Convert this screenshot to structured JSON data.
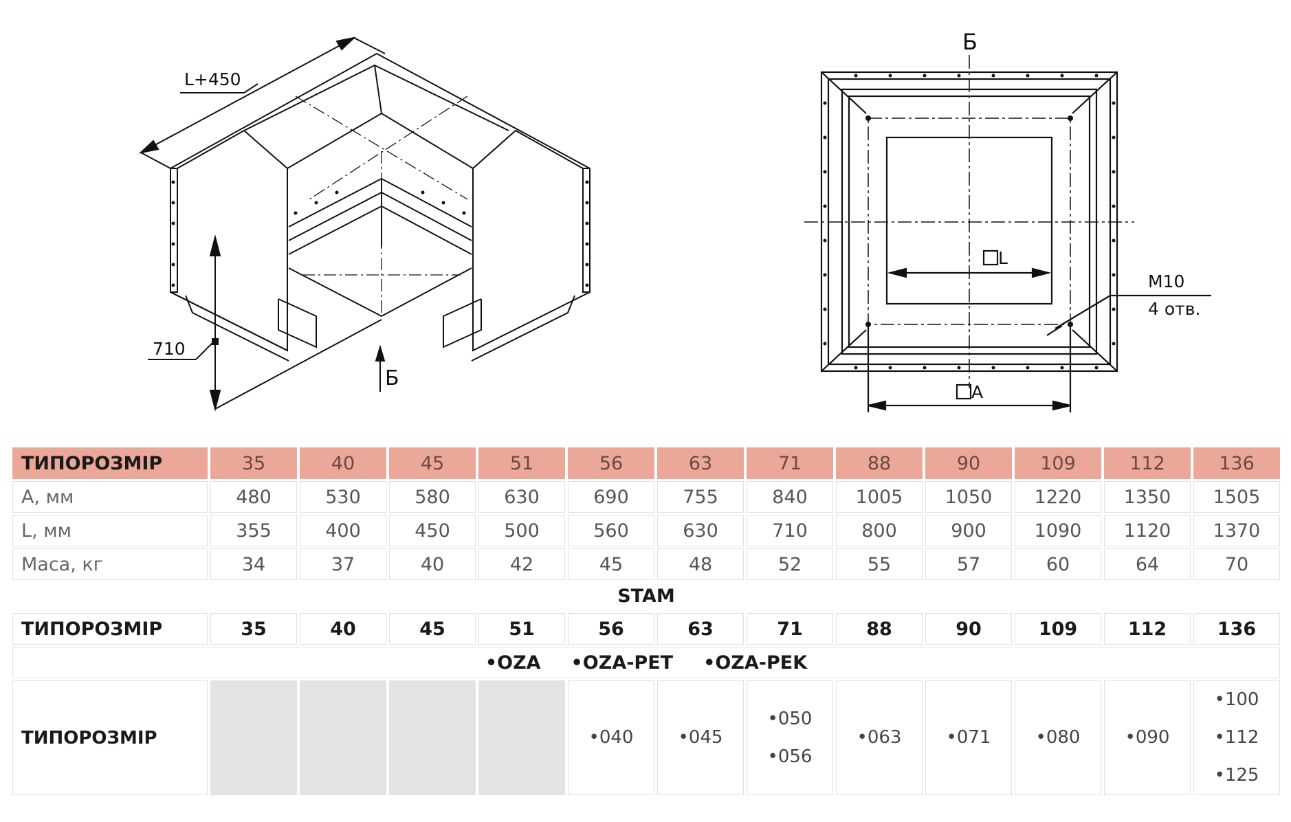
{
  "drawings": {
    "left": {
      "dim_length": "L+450",
      "dim_height": "710",
      "section_mark": "Б"
    },
    "right": {
      "section_mark": "Б",
      "dim_inner": "L",
      "dim_outer": "A",
      "bolt_label": "M10",
      "holes_label": "4 отв."
    }
  },
  "table1": {
    "header_label": "ТИПОРОЗМІР",
    "sizes": [
      "35",
      "40",
      "45",
      "51",
      "56",
      "63",
      "71",
      "88",
      "90",
      "109",
      "112",
      "136"
    ],
    "rows": [
      {
        "label": "А, мм",
        "values": [
          "480",
          "530",
          "580",
          "630",
          "690",
          "755",
          "840",
          "1005",
          "1050",
          "1220",
          "1350",
          "1505"
        ]
      },
      {
        "label": "L, мм",
        "values": [
          "355",
          "400",
          "450",
          "500",
          "560",
          "630",
          "710",
          "800",
          "900",
          "1090",
          "1120",
          "1370"
        ]
      },
      {
        "label": "Маса, кг",
        "values": [
          "34",
          "37",
          "40",
          "42",
          "45",
          "48",
          "52",
          "55",
          "57",
          "60",
          "64",
          "70"
        ]
      }
    ]
  },
  "stam_title": "STAM",
  "table2": {
    "header_label": "ТИПОРОЗМІР",
    "sizes": [
      "35",
      "40",
      "45",
      "51",
      "56",
      "63",
      "71",
      "88",
      "90",
      "109",
      "112",
      "136"
    ],
    "series": [
      "•OZA",
      "•OZA-PET",
      "•OZA-PEK"
    ],
    "models_label": "ТИПОРОЗМІР",
    "models": [
      [],
      [],
      [],
      [],
      [
        "•040"
      ],
      [
        "•045"
      ],
      [
        "•050",
        "•056"
      ],
      [
        "•063"
      ],
      [
        "•071"
      ],
      [
        "•080"
      ],
      [
        "•090"
      ],
      [
        "•100",
        "•112",
        "•125"
      ]
    ]
  }
}
